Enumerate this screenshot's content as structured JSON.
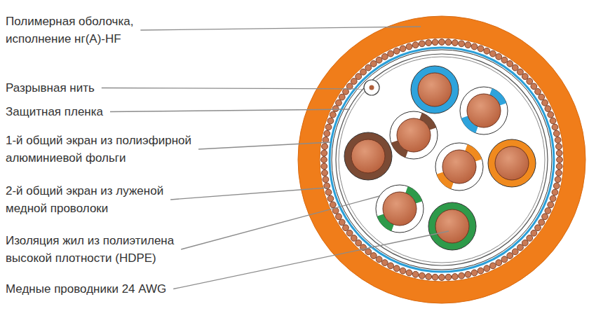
{
  "diagram": {
    "labels": [
      "Полимерная оболочка, исполнение нг(A)-HF",
      "Разрывная нить",
      "Защитная пленка",
      "1-й общий экран из полиэфирной алюминиевой фольги",
      "2-й общий экран из луженой медной проволоки",
      "Изоляция жил из полиэтилена высокой плотности (HDPE)",
      "Медные проводники 24 AWG"
    ]
  }
}
